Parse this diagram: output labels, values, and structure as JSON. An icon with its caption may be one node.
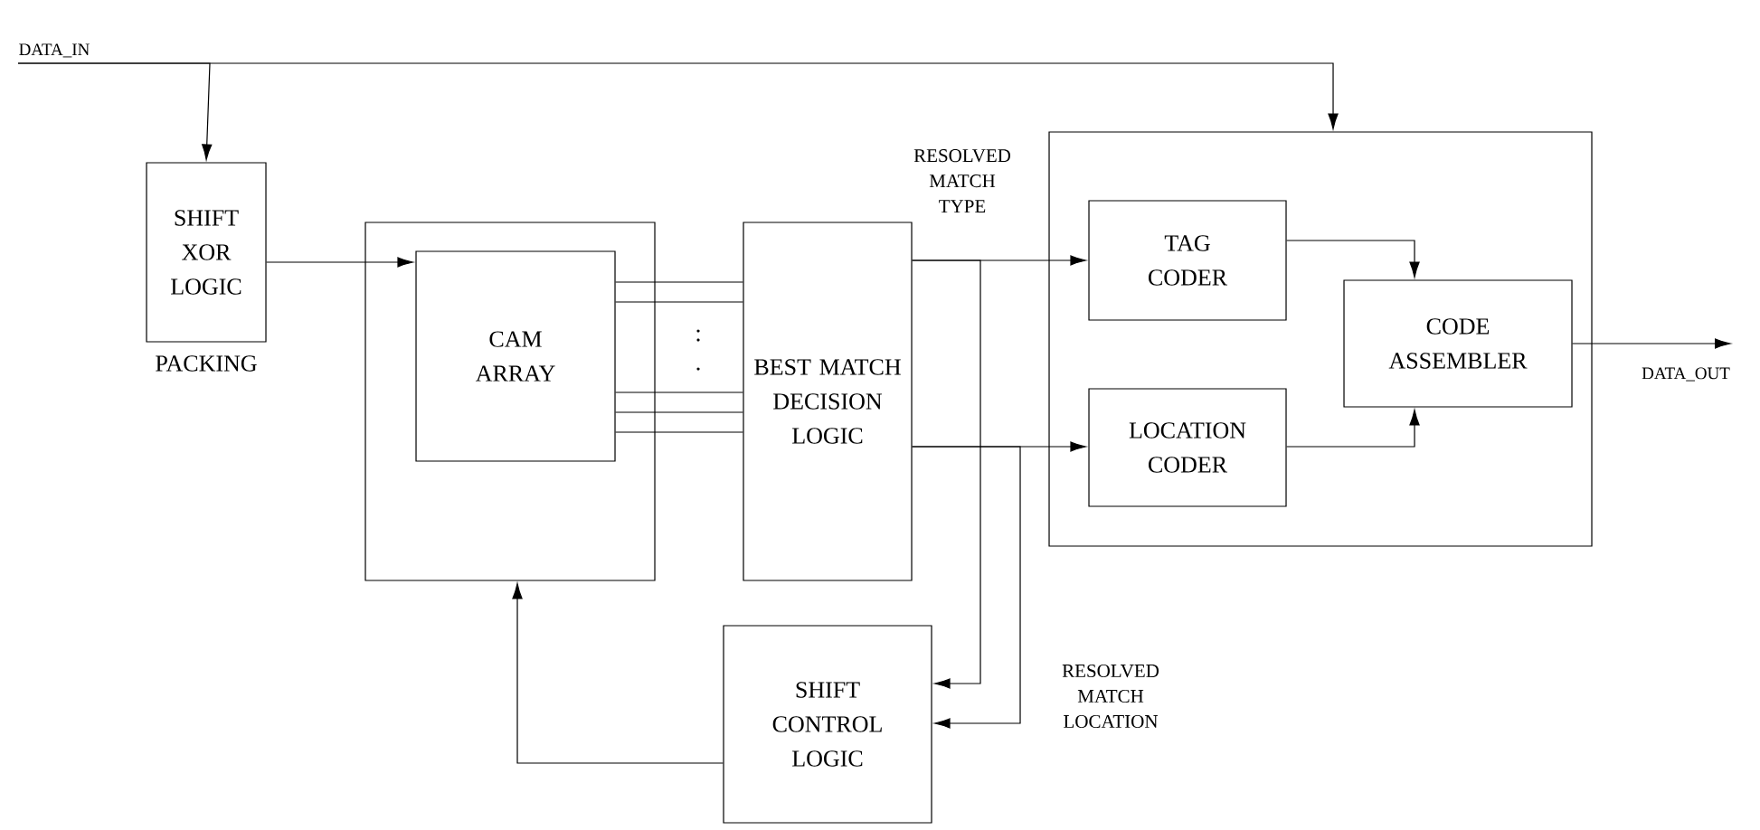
{
  "diagram": {
    "nodes": [
      {
        "text": [
          "DATA_IN"
        ]
      },
      {
        "text": [
          "SHIFT XOR LOGIC"
        ],
        "beside": [
          "PACKING"
        ]
      },
      {
        "text": [],
        "shape": "box"
      },
      {
        "text": [
          "CAM ARRAY"
        ],
        "in": 2
      },
      {
        "text": [
          "BEST MATCH DECISION LOGIC"
        ]
      },
      {
        "text": [],
        "shape": "box"
      },
      {
        "text": [
          "TAG CODER"
        ],
        "in": 5
      },
      {
        "text": [
          "LOCATION CODER"
        ],
        "in": 5
      },
      {
        "text": [
          "CODE ASSEMBLER"
        ],
        "in": 5
      },
      {
        "text": [
          "SHIFT CONTROL LOGIC"
        ]
      }
    ],
    "edges": [
      {
        "from": 0,
        "to": 1,
        "arrow": "to"
      },
      {
        "from": 0,
        "to": 5,
        "arrow": "to"
      },
      {
        "from": 1,
        "to": 3,
        "arrow": "to"
      },
      {
        "from": 3,
        "to": 4,
        "arrow": "none"
      },
      {
        "from": 3,
        "to": 4,
        "arrow": "none"
      },
      {
        "from": 3,
        "to": 4,
        "arrow": "none"
      },
      {
        "from": 3,
        "to": 4,
        "arrow": "none"
      },
      {
        "from": 3,
        "to": 4,
        "arrow": "none"
      },
      {
        "from": 4,
        "to": 6,
        "arrow": "to",
        "label": "RESOLVED MATCH TYPE"
      },
      {
        "from": 4,
        "to": 7,
        "arrow": "to"
      },
      {
        "from": 4,
        "to": 9,
        "arrow": "to"
      },
      {
        "from": 4,
        "to": 9,
        "arrow": "to",
        "label": "RESOLVED MATCH LOCATION"
      },
      {
        "from": 6,
        "to": 8,
        "arrow": "to"
      },
      {
        "from": 7,
        "to": 8,
        "arrow": "to"
      },
      {
        "from": 9,
        "to": 2,
        "arrow": "to"
      },
      {
        "from": 8,
        "to": null,
        "arrow": "to",
        "label": "DATA_OUT"
      }
    ]
  }
}
